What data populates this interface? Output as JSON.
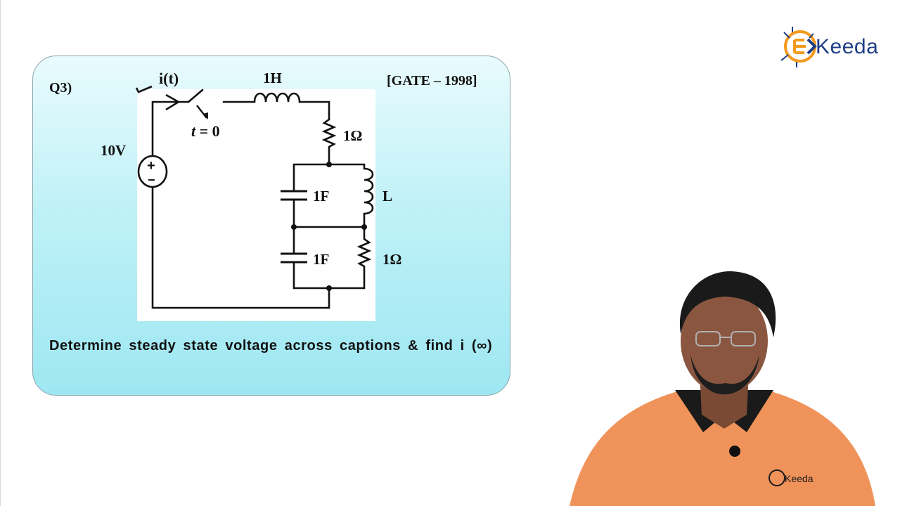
{
  "brand": {
    "name": "Keeda",
    "shirt_logo": "Keeda"
  },
  "question": {
    "number": "Q3)",
    "source": "[GATE – 1998]",
    "prompt": "Determine steady state voltage across captions & find i (∞)"
  },
  "circuit": {
    "source_label": "10V",
    "current_label": "i(t)",
    "switch_label_var": "t",
    "switch_label_rest": " = 0",
    "inductor_top": "1H",
    "resistor_top": "1Ω",
    "cap_upper": "1F",
    "inductor_right": "L",
    "cap_lower": "1F",
    "resistor_right": "1Ω",
    "source_plus": "+",
    "source_minus": "−"
  },
  "colors": {
    "card_top": "#e9fbfd",
    "card_bottom": "#9ee7f2",
    "logo_orange": "#f39a1e",
    "logo_blue": "#1f3f86",
    "shirt": "#f0935a"
  }
}
